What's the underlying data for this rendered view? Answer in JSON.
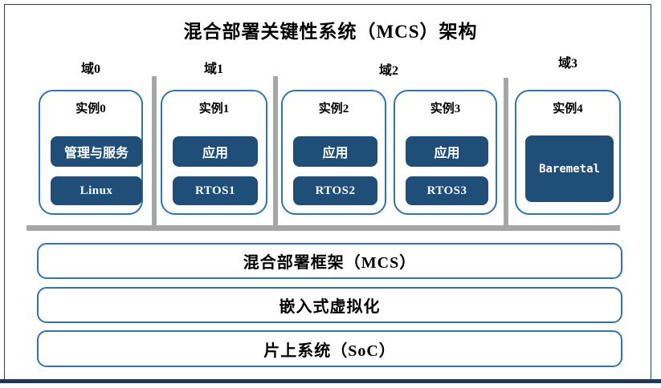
{
  "title": "混合部署关键性系统（MCS）架构",
  "domains": [
    {
      "label": "域0"
    },
    {
      "label": "域1"
    },
    {
      "label": "域2"
    },
    {
      "label": "域3"
    }
  ],
  "instances": [
    {
      "label": "实例0",
      "components": [
        "管理与服务",
        "Linux"
      ]
    },
    {
      "label": "实例1",
      "components": [
        "应用",
        "RTOS1"
      ]
    },
    {
      "label": "实例2",
      "components": [
        "应用",
        "RTOS2"
      ]
    },
    {
      "label": "实例3",
      "components": [
        "应用",
        "RTOS3"
      ]
    },
    {
      "label": "实例4",
      "components": [
        "Baremetal"
      ]
    }
  ],
  "layers": [
    {
      "label": "混合部署框架（MCS）"
    },
    {
      "label": "嵌入式虚拟化"
    },
    {
      "label": "片上系统（SoC）"
    }
  ],
  "colors": {
    "box_border_blue": "#2E75B6",
    "component_fill_navy": "#1F4E79",
    "component_text": "#FFFFFF",
    "divider_gray": "#A6A6A6",
    "frame_bottom_navy": "#17375E",
    "text_black": "#000000"
  }
}
